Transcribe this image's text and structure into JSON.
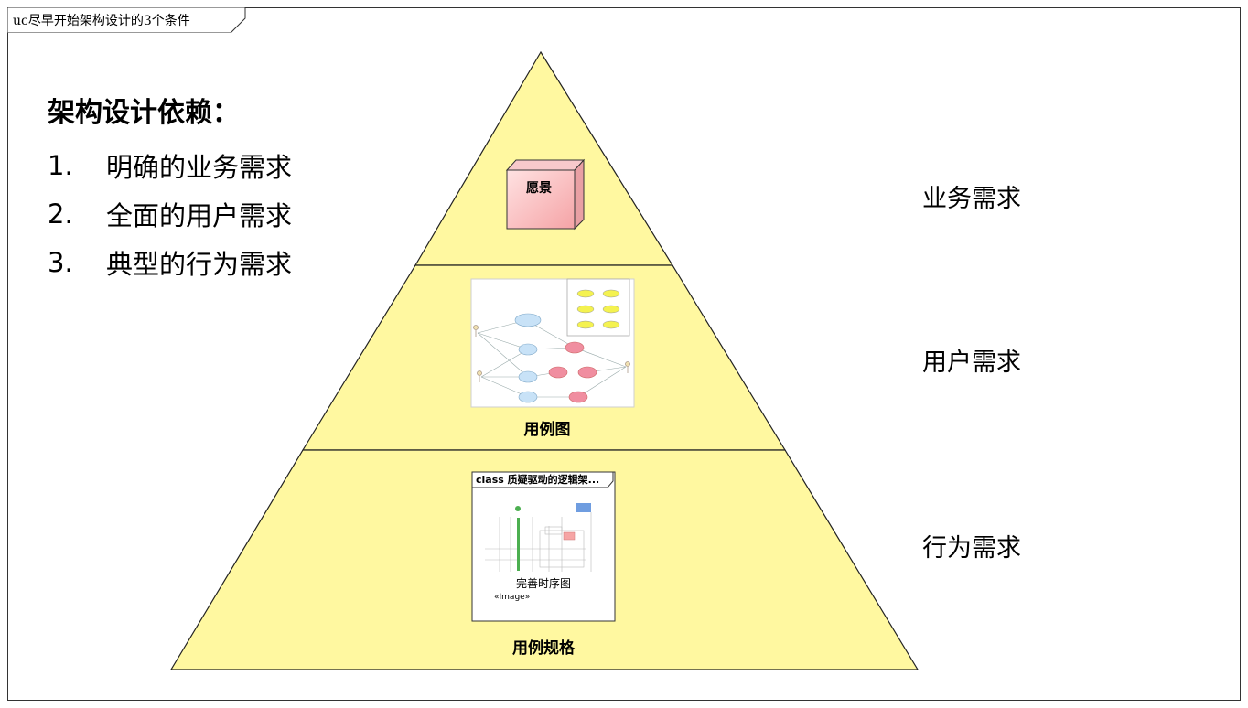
{
  "diagram": {
    "frame_label": "uc尽早开始架构设计的3个条件",
    "dependencies": {
      "title": "架构设计依赖：",
      "items": [
        {
          "number": "1.",
          "text": "明确的业务需求"
        },
        {
          "number": "2.",
          "text": "全面的用户需求"
        },
        {
          "number": "3.",
          "text": "典型的行为需求"
        }
      ]
    },
    "pyramid": {
      "fill_color": "#fff8a0",
      "top": {
        "box_label": "愿景",
        "side_label": "业务需求"
      },
      "middle": {
        "image_caption": "用例图",
        "side_label": "用户需求"
      },
      "bottom": {
        "frame_title": "class 质疑驱动的逻辑架...",
        "image_caption": "完善时序图",
        "stereotype": "«Image»",
        "caption": "用例规格",
        "side_label": "行为需求"
      }
    }
  }
}
